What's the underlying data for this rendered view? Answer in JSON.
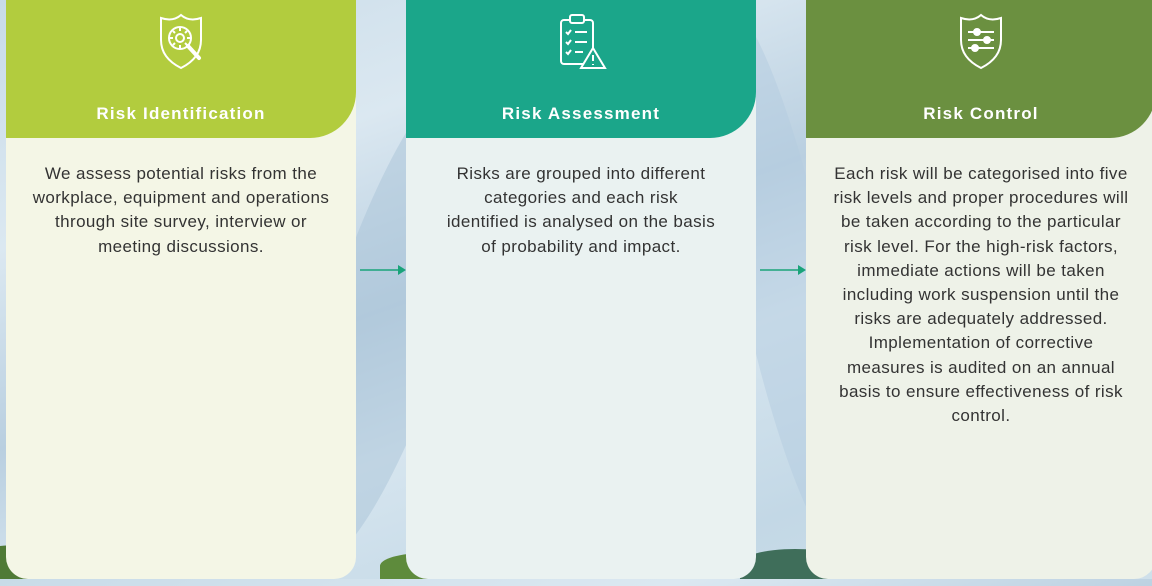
{
  "steps": [
    {
      "title": "Risk Identification",
      "icon": "shield-magnifier-gear-icon",
      "text": "We assess potential risks from the workplace, equipment and operations through site survey, interview or meeting discussions.",
      "header_color": "#b2cc3e",
      "body_color": "#f4f6e6"
    },
    {
      "title": "Risk Assessment",
      "icon": "clipboard-warning-icon",
      "text": "Risks are grouped into different categories and each risk identified is analysed on the basis of probability and impact.",
      "header_color": "#1ba68a",
      "body_color": "#eaf2f1"
    },
    {
      "title": "Risk Control",
      "icon": "shield-sliders-icon",
      "text": "Each risk will be categorised into five risk levels and proper procedures will be taken according to the particular risk level. For the high-risk factors, immediate actions will be taken including work suspension until the risks are adequately addressed. Implementation of corrective measures is audited on an annual basis to ensure effectiveness of risk control.",
      "header_color": "#6b9040",
      "body_color": "#eef2e8"
    }
  ],
  "connector_color": "#1aa37a"
}
